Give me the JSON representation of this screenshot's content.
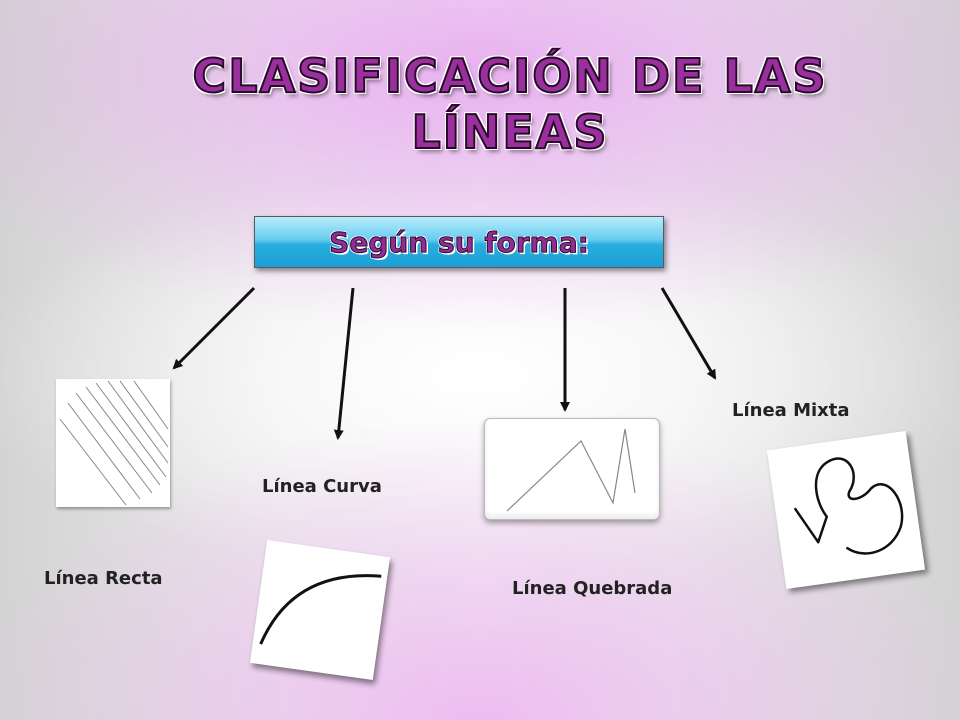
{
  "title": {
    "line1": "Clasificación de las",
    "line2": "líneas"
  },
  "subtitle": "Según su forma:",
  "labels": {
    "recta": "Línea Recta",
    "curva": "Línea Curva",
    "quebrada": "Línea Quebrada",
    "mixta": "Línea Mixta"
  },
  "colors": {
    "title": "#9a2f9e",
    "box_top": "#b8ecfb",
    "box_bottom": "#1ba0d6"
  }
}
